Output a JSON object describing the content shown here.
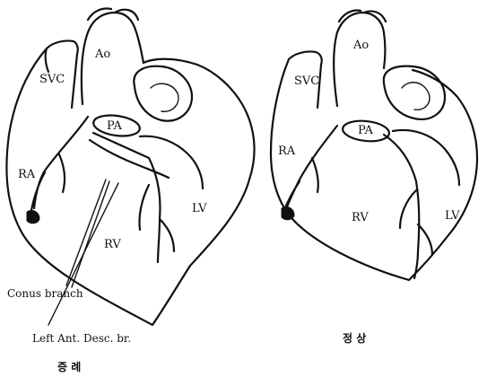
{
  "left_heart": {
    "labels": {
      "ao": "Ao",
      "svc": "SVC",
      "pa": "PA",
      "ra": "RA",
      "lv": "LV",
      "rv": "RV"
    },
    "annotations": {
      "conus_branch": "Conus branch",
      "lad": "Left Ant. Desc. br."
    },
    "caption": "증 례"
  },
  "right_heart": {
    "labels": {
      "ao": "Ao",
      "svc": "SVC",
      "pa": "PA",
      "ra": "RA",
      "lv": "LV",
      "rv": "RV"
    },
    "caption": "정 상"
  }
}
